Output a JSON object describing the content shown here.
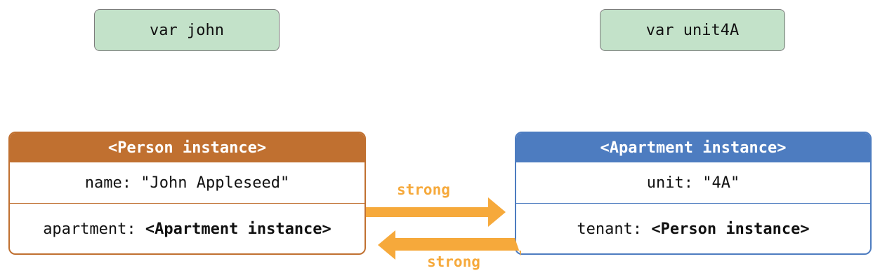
{
  "variables": {
    "john": "var john",
    "unit4A": "var unit4A"
  },
  "person": {
    "header": "<Person instance>",
    "name_label": "name: ",
    "name_value": "\"John Appleseed\"",
    "apartment_label": "apartment: ",
    "apartment_value": "<Apartment instance>"
  },
  "apartment": {
    "header": "<Apartment instance>",
    "unit_label": "unit: ",
    "unit_value": "\"4A\"",
    "tenant_label": "tenant: ",
    "tenant_value": "<Person instance>"
  },
  "references": {
    "top_label": "strong",
    "bottom_label": "strong"
  },
  "colors": {
    "person": "#c07030",
    "apartment": "#4d7cc0",
    "variable_fill": "#c3e2c9",
    "arrow": "#f6a93b"
  }
}
